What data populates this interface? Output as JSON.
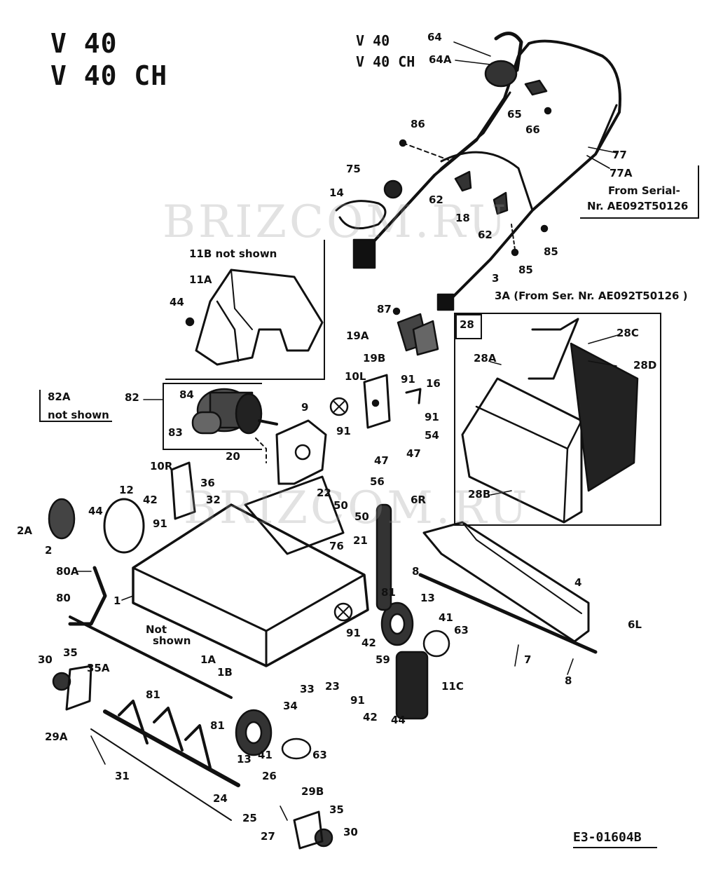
{
  "titles": {
    "line1": "V 40",
    "line2": "V 40 CH"
  },
  "subtitles": {
    "line1": "V 40",
    "line2": "V 40 CH"
  },
  "notes": {
    "not_shown_11b": "11B   not shown",
    "not_shown_82a_id": "82A",
    "not_shown_82a_text": "not shown",
    "from_serial_77a_1": "From Serial-",
    "from_serial_77a_2": "Nr. AE092T50126",
    "from_serial_3a": "3A (From Ser. Nr. AE092T50126 )",
    "not_shown_small_1": "Not",
    "not_shown_small_2": "shown"
  },
  "watermark": "BRIZCOM.RU",
  "doc_number": "E3-01604B",
  "labels": {
    "l64": "64",
    "l64a": "64A",
    "l65": "65",
    "l66": "66",
    "l86": "86",
    "l77": "77",
    "l77a": "77A",
    "l75": "75",
    "l14": "14",
    "l62a": "62",
    "l18": "18",
    "l62b": "62",
    "l85a": "85",
    "l85b": "85",
    "l3": "3",
    "l11a": "11A",
    "l44a": "44",
    "l87": "87",
    "l19a": "19A",
    "l19b": "19B",
    "l28": "28",
    "l28c": "28C",
    "l28a": "28A",
    "l28d": "28D",
    "l28b": "28B",
    "l82": "82",
    "l84": "84",
    "l83": "83",
    "l10l": "10L",
    "l91a": "91",
    "l16": "16",
    "l91b": "91",
    "l54": "54",
    "l47a": "47",
    "l91c": "91",
    "l47b": "47",
    "l9": "9",
    "l20": "20",
    "l10r": "10R",
    "l36": "36",
    "l32": "32",
    "l12": "12",
    "l44b": "44",
    "l42a": "42",
    "l91d": "91",
    "l2a": "2A",
    "l2": "2",
    "l22": "22",
    "l56": "56",
    "l50a": "50",
    "l50b": "50",
    "l6r": "6R",
    "l76": "76",
    "l21": "21",
    "l4": "4",
    "l80a": "80A",
    "l80": "80",
    "l1": "1",
    "l8a": "8",
    "l81a": "81",
    "l13a": "13",
    "l41a": "41",
    "l63a": "63",
    "l6l": "6L",
    "l7": "7",
    "l8b": "8",
    "l1a": "1A",
    "l1b": "1B",
    "l91e": "91",
    "l42b": "42",
    "l30a": "30",
    "l35a": "35",
    "l35b": "35A",
    "l59": "59",
    "l11c": "11C",
    "l33": "33",
    "l23": "23",
    "l91f": "91",
    "l42c": "42",
    "l34": "34",
    "l81b": "81",
    "l29a": "29A",
    "l44c": "44",
    "l81c": "81",
    "l13b": "13",
    "l41b": "41",
    "l63b": "63",
    "l31": "31",
    "l26": "26",
    "l24": "24",
    "l25": "25",
    "l29b": "29B",
    "l27": "27",
    "l35c": "35",
    "l30b": "30"
  }
}
